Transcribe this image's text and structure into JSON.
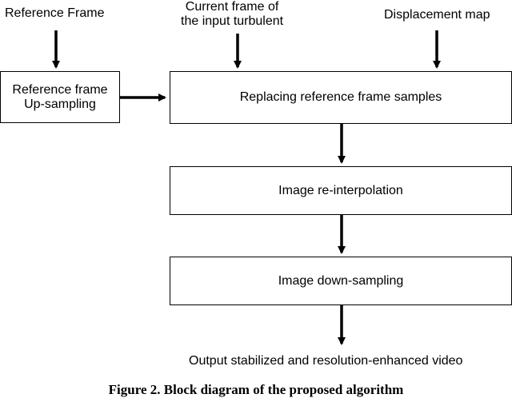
{
  "inputs": {
    "reference_frame": "Reference Frame",
    "current_frame": "Current frame of\nthe input turbulent",
    "displacement_map": "Displacement map"
  },
  "boxes": {
    "upsampling": "Reference frame\nUp-sampling",
    "replacing": "Replacing reference frame samples",
    "reinterpolation": "Image re-interpolation",
    "downsampling": "Image down-sampling"
  },
  "output": "Output stabilized and resolution-enhanced video",
  "caption": "Figure 2. Block diagram of the proposed algorithm"
}
